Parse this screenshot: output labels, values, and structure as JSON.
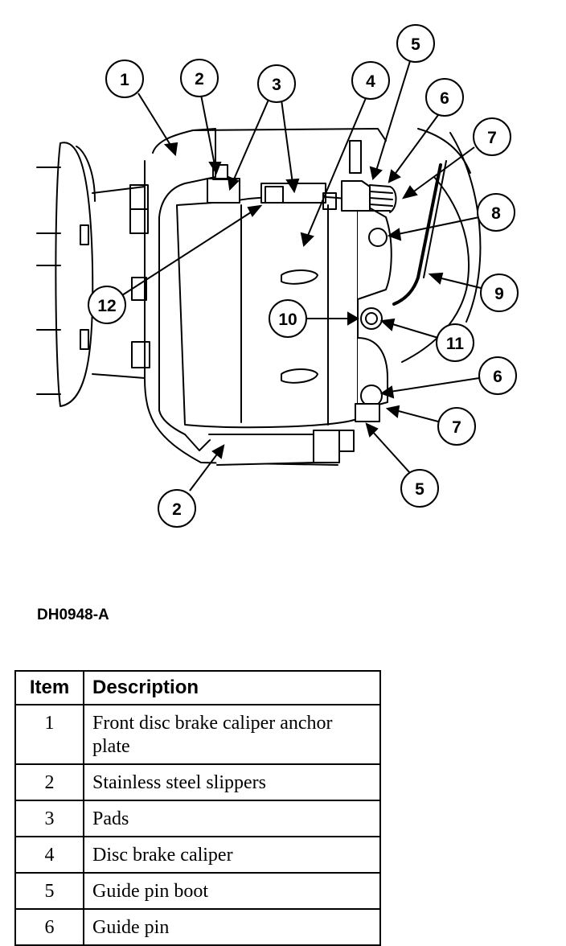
{
  "figure": {
    "code": "DH0948-A",
    "callouts": [
      "1",
      "2",
      "3",
      "4",
      "5",
      "6",
      "7",
      "8",
      "9",
      "10",
      "11",
      "12",
      "2",
      "5",
      "6",
      "7"
    ]
  },
  "table": {
    "headers": [
      "Item",
      "Description"
    ],
    "rows": [
      {
        "item": "1",
        "description": "Front disc brake caliper anchor plate"
      },
      {
        "item": "2",
        "description": "Stainless steel slippers"
      },
      {
        "item": "3",
        "description": "Pads"
      },
      {
        "item": "4",
        "description": "Disc brake caliper"
      },
      {
        "item": "5",
        "description": "Guide pin boot"
      },
      {
        "item": "6",
        "description": "Guide pin"
      }
    ]
  }
}
